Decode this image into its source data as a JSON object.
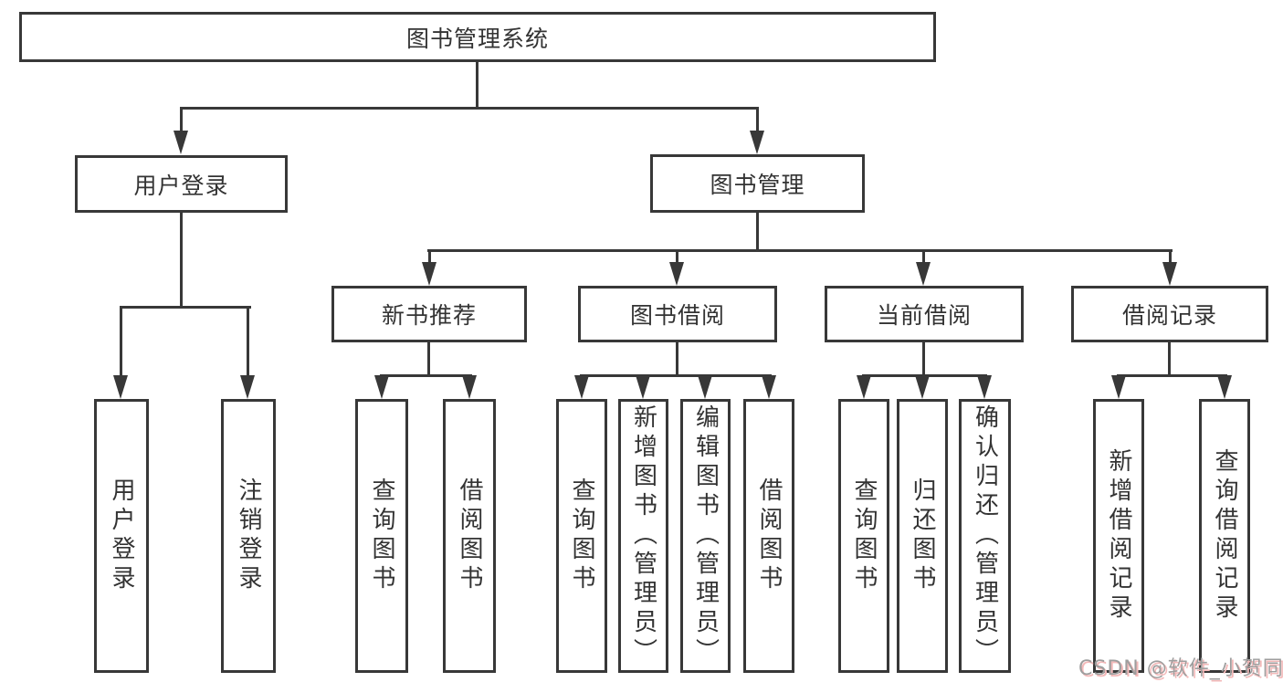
{
  "diagram_title": "图书管理系统",
  "tree": {
    "label": "图书管理系统",
    "children": [
      {
        "label": "用户登录",
        "children": [
          {
            "label": "用户登录"
          },
          {
            "label": "注销登录"
          }
        ]
      },
      {
        "label": "图书管理",
        "children": [
          {
            "label": "新书推荐",
            "children": [
              {
                "label": "查询图书"
              },
              {
                "label": "借阅图书"
              }
            ]
          },
          {
            "label": "图书借阅",
            "children": [
              {
                "label": "查询图书"
              },
              {
                "label": "新增图书（管理员）"
              },
              {
                "label": "编辑图书（管理员）"
              },
              {
                "label": "借阅图书"
              }
            ]
          },
          {
            "label": "当前借阅",
            "children": [
              {
                "label": "查询图书"
              },
              {
                "label": "归还图书"
              },
              {
                "label": "确认归还（管理员）"
              }
            ]
          },
          {
            "label": "借阅记录",
            "children": [
              {
                "label": "新增借阅记录"
              },
              {
                "label": "查询借阅记录"
              }
            ]
          }
        ]
      }
    ]
  },
  "watermark": {
    "text": "CSDN @软件_小贺同学"
  },
  "colors": {
    "line": "#383838",
    "text": "#333333",
    "background": "#ffffff",
    "watermark_text": "#9e9e9e",
    "watermark_shadow": "#f3b9b9"
  }
}
